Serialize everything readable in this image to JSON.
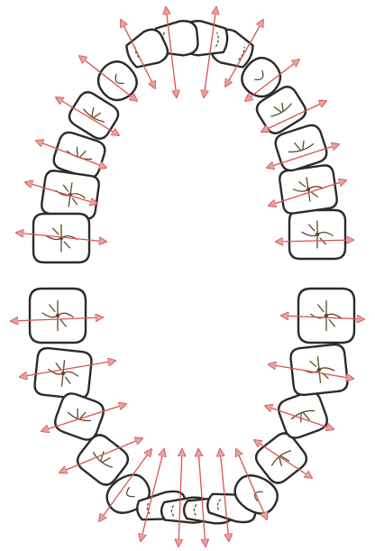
{
  "figure": {
    "kind": "dental arch diagram",
    "arches": [
      "maxillary",
      "mandibular"
    ],
    "teeth_per_arch": 14,
    "background_color": "#ffffff",
    "tooth_outline_color": "#2b2b2b",
    "arrow_color": "#d9534f",
    "fissure_color": "#5a4a2a"
  }
}
